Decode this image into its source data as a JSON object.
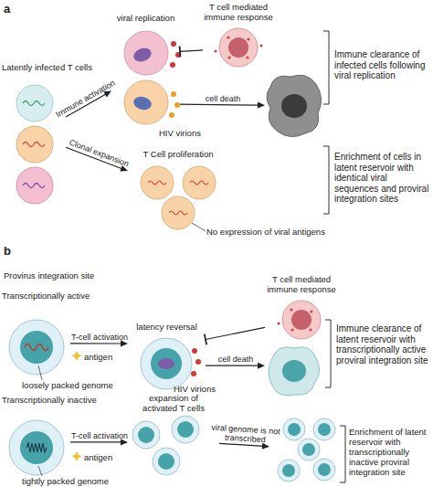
{
  "diagram": {
    "nodes": [
      {
        "text": [
          "Latently infected T cells"
        ]
      },
      {
        "text": [
          "viral replication"
        ]
      },
      {
        "text": [
          "T cell mediated immune response"
        ]
      },
      {
        "text": []
      },
      {
        "text": [
          "T Cell proliferation"
        ]
      },
      {
        "text": [
          "Transcriptionally active"
        ]
      },
      {
        "text": [
          "latency reversal"
        ]
      },
      {
        "text": [
          "T cell mediated immune response"
        ]
      },
      {
        "text": []
      },
      {
        "text": [
          "Transcriptionally inactive"
        ]
      },
      {
        "text": [
          "expansion of activated T cells"
        ]
      },
      {
        "text": []
      }
    ],
    "edges": [
      {
        "from": 0,
        "to": 1,
        "arrow": "to",
        "label": "Immune activation"
      },
      {
        "from": 0,
        "to": 4,
        "arrow": "to",
        "label": "Clonal expansion"
      },
      {
        "from": 1,
        "to": 3,
        "arrow": "to",
        "label": "cell death"
      },
      {
        "from": 2,
        "to": 1,
        "arrow": "to"
      },
      {
        "from": 5,
        "to": 6,
        "arrow": "to",
        "label": "T-cell activation"
      },
      {
        "from": 6,
        "to": 8,
        "arrow": "to",
        "label": "cell death"
      },
      {
        "from": 7,
        "to": 6,
        "arrow": "to"
      },
      {
        "from": 9,
        "to": 10,
        "arrow": "to",
        "label": "T-cell activation"
      },
      {
        "from": 10,
        "to": 11,
        "arrow": "to",
        "label": "viral genome is not transcribed"
      }
    ],
    "labels": [
      "a",
      "HIV virions",
      "No expression of viral antigens",
      "Immune clearance of infected cells following viral replication",
      "Enrichment of cells in latent reservoir with identical viral sequences and proviral integration sites",
      "b",
      "Provirus integration site",
      "antigen",
      "HIV virions",
      "loosely packed genome",
      "Immune clearance of latent reservoir with transcriptionally active proviral integration site",
      "antigen",
      "tightly packed genome",
      "Enrichment of latent reservoir with transcriptionally inactive proviral integration site"
    ]
  }
}
